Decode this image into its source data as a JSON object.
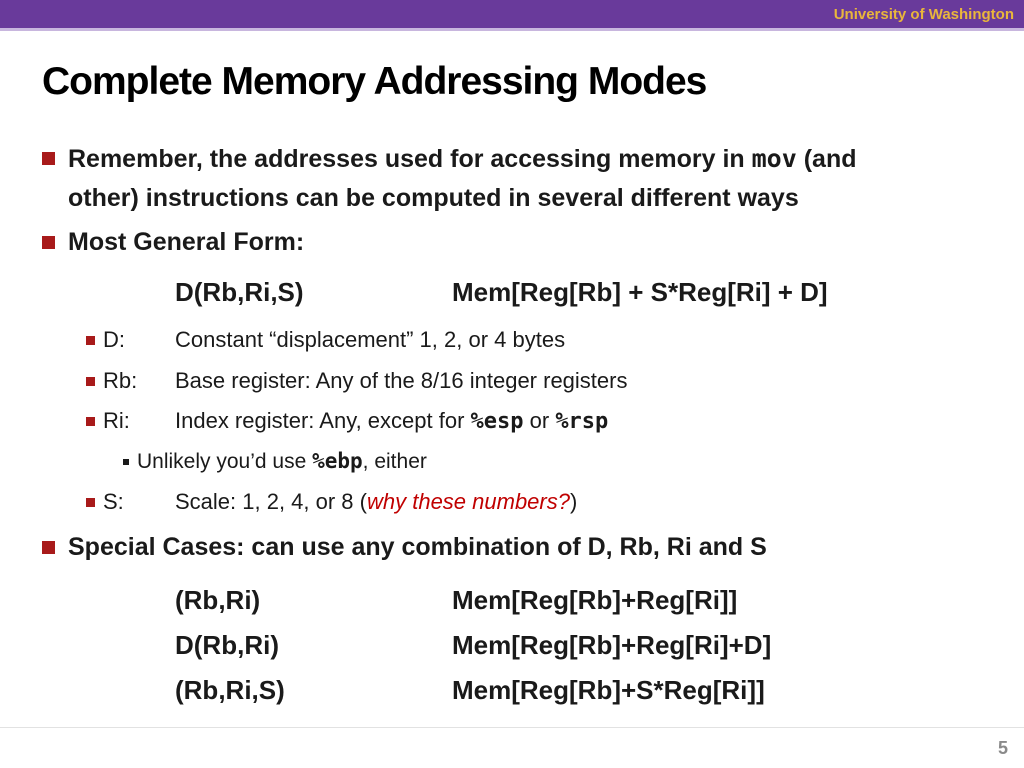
{
  "header": {
    "institution": "University of Washington"
  },
  "title": "Complete Memory Addressing Modes",
  "colors": {
    "bar_purple": "#693a9b",
    "bar_underline": "#c8b6de",
    "institution_gold": "#e9b63b",
    "bullet_dark_red": "#a81a1a",
    "emphasis_red": "#c00000",
    "page_number_gray": "#8a8a8a"
  },
  "content": {
    "bullet1": {
      "line1_pre": "Remember, the addresses used for accessing memory in ",
      "line1_mono": "mov",
      "line1_post": " (and",
      "line2": "other) instructions can be computed in several different ways"
    },
    "bullet2": "Most General Form:",
    "general_form": {
      "notation": "D(Rb,Ri,S)",
      "meaning": "Mem[Reg[Rb] + S*Reg[Ri] + D]"
    },
    "params": [
      {
        "label": "D:",
        "pre": "Constant “displacement” 1, 2, or 4 bytes",
        "mono1": "",
        "mid": "",
        "mono2": ""
      },
      {
        "label": "Rb:",
        "pre": "Base register: Any of the 8/16 integer registers",
        "mono1": "",
        "mid": "",
        "mono2": ""
      },
      {
        "label": "Ri:",
        "pre": "Index register: Any, except for ",
        "mono1": "%esp",
        "mid": " or ",
        "mono2": "%rsp"
      }
    ],
    "note": {
      "pre": "Unlikely you’d use ",
      "mono": "%ebp",
      "post": ", either"
    },
    "s_param": {
      "label": "S:",
      "pre": "Scale: 1, 2, 4, or 8 (",
      "italic": "why these numbers?",
      "post": ")"
    },
    "bullet3": "Special Cases: can use any combination of D, Rb, Ri and S",
    "special_cases": [
      {
        "notation": "(Rb,Ri)",
        "meaning": "Mem[Reg[Rb]+Reg[Ri]]"
      },
      {
        "notation": "D(Rb,Ri)",
        "meaning": "Mem[Reg[Rb]+Reg[Ri]+D]"
      },
      {
        "notation": "(Rb,Ri,S)",
        "meaning": "Mem[Reg[Rb]+S*Reg[Ri]]"
      }
    ]
  },
  "footer": {
    "page_number": "5"
  }
}
